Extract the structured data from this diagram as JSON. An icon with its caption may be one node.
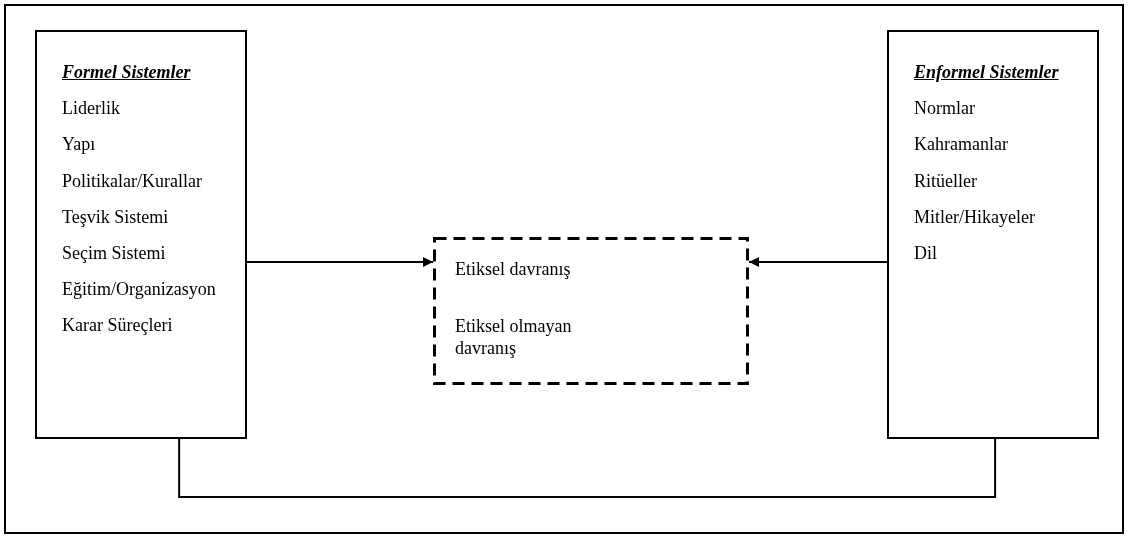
{
  "diagram": {
    "nodes": [
      {
        "text": [
          "Formel Sistemler",
          "Liderlik",
          "Yapı",
          "Politikalar/Kurallar",
          "Teşvik Sistemi",
          "Seçim Sistemi",
          "Eğitim/Organizasyon",
          "Karar Süreçleri"
        ]
      },
      {
        "text": [
          "Etiksel davranış",
          "Etiksel olmayan davranış"
        ]
      },
      {
        "text": [
          "Enformel Sistemler",
          "Normlar",
          "Kahramanlar",
          "Ritüeller",
          "Mitler/Hikayeler",
          "Dil"
        ]
      }
    ],
    "edges": [
      {
        "from": 0,
        "to": 1,
        "arrow": "to"
      },
      {
        "from": 2,
        "to": 1,
        "arrow": "to"
      },
      {
        "from": 0,
        "to": 2,
        "arrow": "none"
      }
    ]
  }
}
